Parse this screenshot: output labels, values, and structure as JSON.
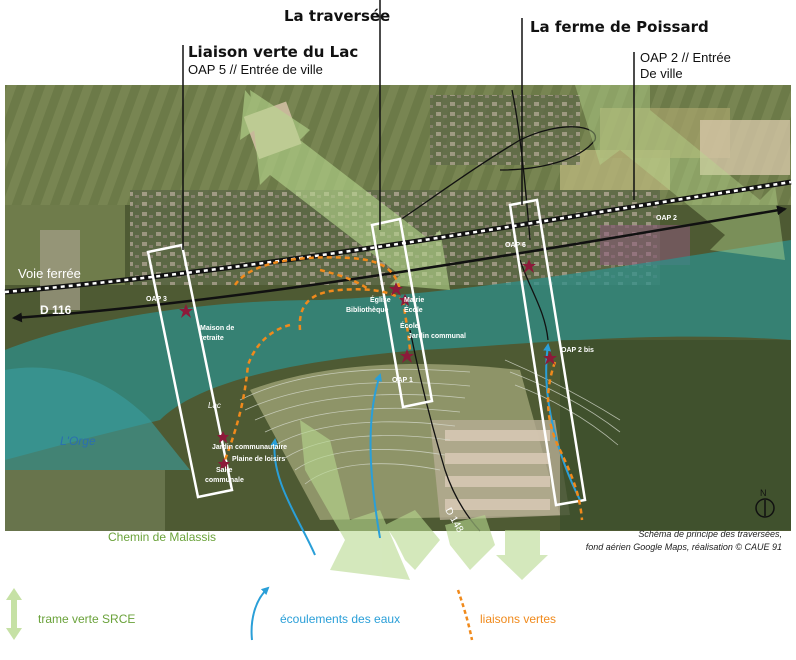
{
  "titles": {
    "lac_title": "Liaison verte du Lac",
    "lac_sub": "OAP 5 // Entrée de ville",
    "traversee_title": "La traversée",
    "ferme_title": "La ferme de Poissard",
    "oap2_line1": "OAP 2 // Entrée",
    "oap2_line2": "De ville"
  },
  "map_labels": {
    "voie_ferree": "Voie ferrée",
    "d116": "D 116",
    "orge": "L'Orge",
    "lac": "Lac",
    "d148": "D 148",
    "oap3": "OAP 3",
    "oap1": "OAP 1",
    "oap6": "OAP 6",
    "oap2": "OAP 2",
    "oap2bis": "OAP 2 bis",
    "maison_retraite": [
      "Maison de",
      "retraite"
    ],
    "eglise": [
      "Église",
      "Bibliothèque"
    ],
    "mairie": [
      "Mairie",
      "École"
    ],
    "ecole_jardin": [
      "École",
      "Jardin communal"
    ],
    "jardin_comm": "Jardin communautaire",
    "plaine": "Plaine de loisirs",
    "salle": [
      "Salle",
      "communale"
    ],
    "north": "N"
  },
  "credit": {
    "line1": "Schéma de principe des traversées,",
    "line2": "fond aérien Google Maps, réalisation © CAUE 91"
  },
  "chemin_label": "Chemin de Malassis",
  "legend": {
    "trame": "trame verte SRCE",
    "ecoulements": "écoulements des eaux",
    "liaisons": "liaisons vertes"
  },
  "colors": {
    "green_arrow": "#b8d98f",
    "blue_flow": "#2a9fd8",
    "orange_dash": "#f08a1c",
    "wine_marker": "#8c1a3a",
    "water": "#2f8f8a",
    "chemin_green": "#6aa23a"
  }
}
